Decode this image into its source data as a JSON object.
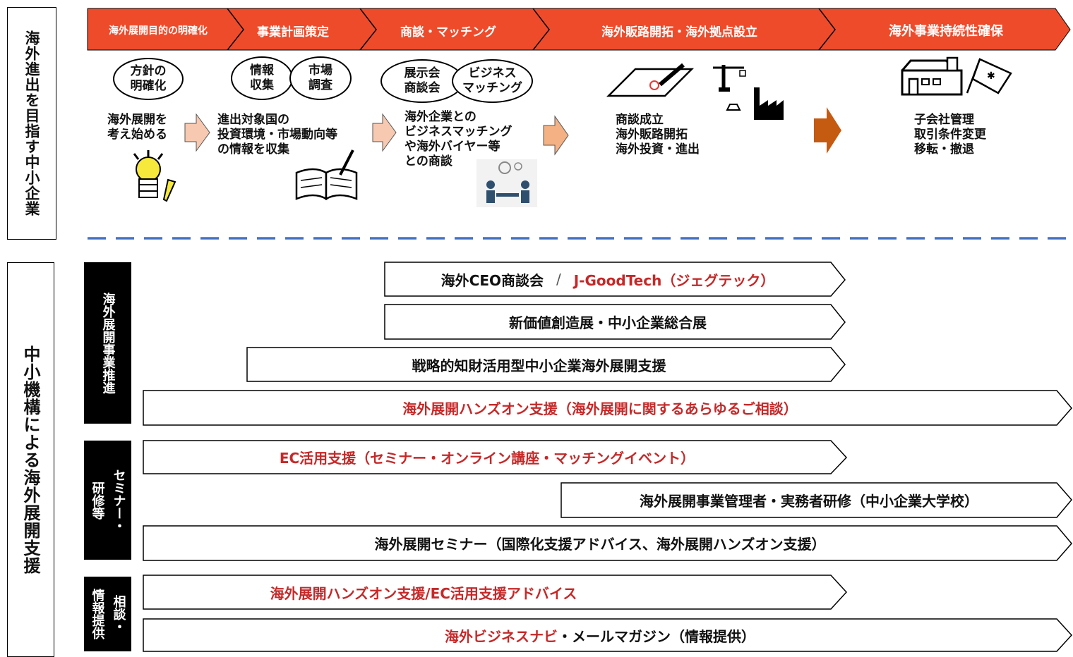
{
  "left_top_label": "海外進出を目指す中小企業",
  "left_bottom_label": "中小機構による海外展開支援",
  "phases": [
    "海外展開目的の明確化",
    "事業計画策定",
    "商談・マッチング",
    "海外販路開拓・海外拠点設立",
    "海外事業持続性確保"
  ],
  "ovals": {
    "o1": [
      "方針の",
      "明確化"
    ],
    "o2": [
      "情報",
      "収集"
    ],
    "o3": [
      "市場",
      "調査"
    ],
    "o4": [
      "展示会",
      "商談会"
    ],
    "o5": [
      "ビジネス",
      "マッチング"
    ]
  },
  "stage_texts": {
    "s1": [
      "海外展開を",
      "考え始める"
    ],
    "s2": [
      "進出対象国の",
      "投資環境・市場動向等",
      "の情報を収集"
    ],
    "s3": [
      "海外企業との",
      "ビジネスマッチング",
      "や海外バイヤー等",
      "との商談"
    ],
    "s4": [
      "商談成立",
      "海外販路開拓",
      "海外投資・進出"
    ],
    "s5": [
      "子会社管理",
      "取引条件変更",
      "移転・撤退"
    ]
  },
  "categories": {
    "c1": "海外展開事業推進",
    "c2a": "セミナー・",
    "c2b": "研修等",
    "c3a": "相談・",
    "c3b": "情報提供"
  },
  "programs": {
    "p1a": "海外CEO商談会",
    "p1sep": "/",
    "p1b": "J-GoodTech（ジェグテック）",
    "p2": "新価値創造展・中小企業総合展",
    "p3": "戦略的知財活用型中小企業海外展開支援",
    "p4": "海外展開ハンズオン支援（海外展開に関するあらゆるご相談）",
    "p5": "EC活用支援（セミナー・オンライン講座・マッチングイベント）",
    "p6": "海外展開事業管理者・実務者研修（中小企業大学校）",
    "p7": "海外展開セミナー（国際化支援アドバイス、海外展開ハンズオン支援）",
    "p8": "海外展開ハンズオン支援/EC活用支援アドバイス",
    "p9a": "海外ビジネスナビ",
    "p9b": "・メールマガジン（情報提供）"
  },
  "colors": {
    "phase_bar": "#ee4b2b",
    "highlight_text": "#c62828",
    "divider": "#4472c4",
    "light_arrow": "#f7c9b0",
    "mid_arrow": "#f4b183",
    "dark_arrow": "#c55a11"
  }
}
